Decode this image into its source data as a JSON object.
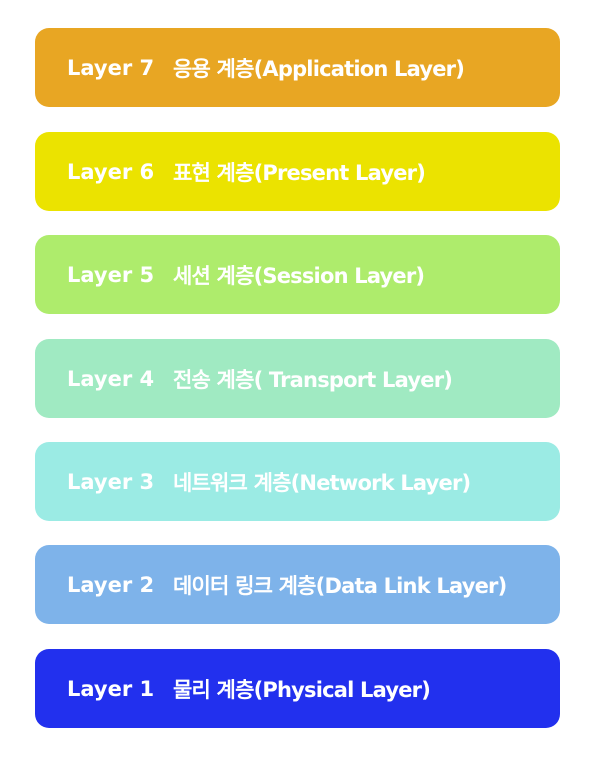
{
  "layers": [
    {
      "number": "Layer 7",
      "description": "응용 계층(Application Layer)",
      "color": "#E8A623"
    },
    {
      "number": "Layer 6",
      "description": "표현 계층(Present Layer)",
      "color": "#EBE300"
    },
    {
      "number": "Layer 5",
      "description": "세션 계층(Session Layer)",
      "color": "#AEEC6C"
    },
    {
      "number": "Layer 4",
      "description": "전송 계층( Transport Layer)",
      "color": "#A0EAC2"
    },
    {
      "number": "Layer 3",
      "description": "네트워크 계층(Network Layer)",
      "color": "#9BEBE4"
    },
    {
      "number": "Layer 2",
      "description": "데이터 링크 계층(Data Link Layer)",
      "color": "#7EB3EA"
    },
    {
      "number": "Layer 1",
      "description": "물리 계층(Physical Layer)",
      "color": "#2230EE"
    }
  ]
}
